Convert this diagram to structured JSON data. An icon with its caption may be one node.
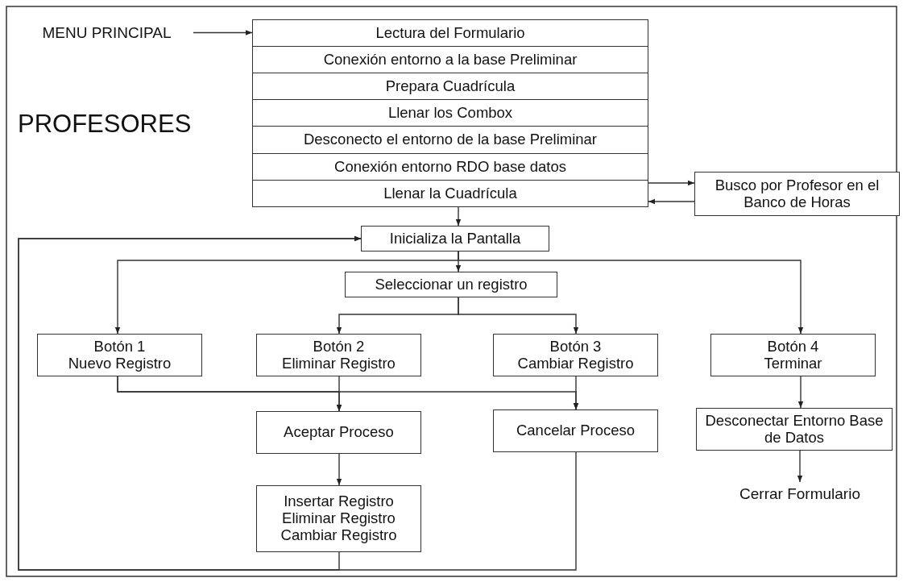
{
  "diagram": {
    "title": "PROFESORES",
    "nodes": [
      {
        "text": [
          "MENU PRINCIPAL"
        ]
      },
      {
        "text": [
          "Lectura del Formulario"
        ]
      },
      {
        "text": [
          "Conexión entorno a la base Preliminar"
        ]
      },
      {
        "text": [
          "Prepara Cuadrícula"
        ]
      },
      {
        "text": [
          "Llenar los Combox"
        ]
      },
      {
        "text": [
          "Desconecto el entorno de la base Preliminar"
        ]
      },
      {
        "text": [
          "Conexión entorno RDO base datos"
        ]
      },
      {
        "text": [
          "Llenar la Cuadrícula"
        ]
      },
      {
        "text": [
          "Busco por Profesor en el Banco de Horas"
        ]
      },
      {
        "text": [
          "Inicializa la Pantalla"
        ]
      },
      {
        "text": [
          "Seleccionar un registro"
        ]
      },
      {
        "text": [
          "Botón 1",
          "Nuevo Registro"
        ]
      },
      {
        "text": [
          "Botón 2",
          "Eliminar Registro"
        ]
      },
      {
        "text": [
          "Botón 3",
          "Cambiar Registro"
        ]
      },
      {
        "text": [
          "Botón 4",
          "Terminar"
        ]
      },
      {
        "text": [
          "Aceptar Proceso"
        ]
      },
      {
        "text": [
          "Cancelar Proceso"
        ]
      },
      {
        "text": [
          "Insertar Registro",
          "Eliminar Registro",
          "Cambiar Registro"
        ]
      },
      {
        "text": [
          "Desconectar Entorno Base de Datos"
        ]
      },
      {
        "text": [
          "Cerrar Formulario"
        ]
      }
    ],
    "edges": [
      {
        "from": 0,
        "to": 1,
        "arrow": "to"
      },
      {
        "from": 7,
        "to": 8,
        "arrow": "to"
      },
      {
        "from": 8,
        "to": 7,
        "arrow": "to"
      },
      {
        "from": 7,
        "to": 9,
        "arrow": "to"
      },
      {
        "from": 9,
        "to": 10,
        "arrow": "to"
      },
      {
        "from": 9,
        "to": 11,
        "arrow": "to"
      },
      {
        "from": 9,
        "to": 14,
        "arrow": "to"
      },
      {
        "from": 10,
        "to": 12,
        "arrow": "to"
      },
      {
        "from": 10,
        "to": 13,
        "arrow": "to"
      },
      {
        "from": 11,
        "to": 15,
        "arrow": "to"
      },
      {
        "from": 11,
        "to": 16,
        "arrow": "to"
      },
      {
        "from": 12,
        "to": 15,
        "arrow": "to"
      },
      {
        "from": 13,
        "to": 16,
        "arrow": "to"
      },
      {
        "from": 15,
        "to": 17,
        "arrow": "to"
      },
      {
        "from": 17,
        "to": 9,
        "arrow": "to"
      },
      {
        "from": 16,
        "to": 9,
        "arrow": "to"
      },
      {
        "from": 14,
        "to": 18,
        "arrow": "to"
      },
      {
        "from": 18,
        "to": 19,
        "arrow": "to"
      }
    ]
  }
}
